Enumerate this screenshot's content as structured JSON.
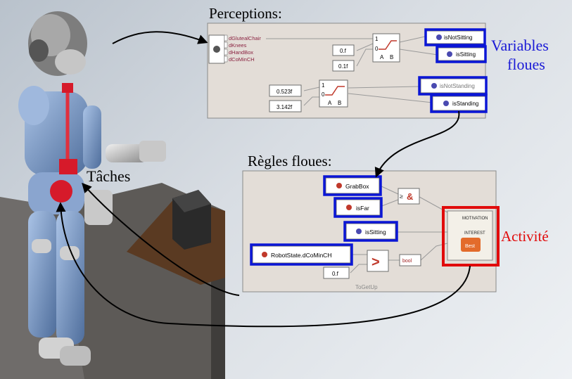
{
  "perceptions": {
    "title": "Perceptions:",
    "inputs": [
      "dGlutealChair",
      "dKnees",
      "dHandBox",
      "dCoMinCH"
    ],
    "constants_top": [
      "0.f",
      "0.1f"
    ],
    "constants_bottom": [
      "0.523f",
      "3.142f"
    ],
    "ramp_labels": [
      "1",
      "0",
      "A",
      "B"
    ],
    "outputs": [
      "isNotSitting",
      "isSitting",
      "isNotStanding",
      "isStanding"
    ]
  },
  "fuzzy_variables_label": [
    "Variables",
    "floues"
  ],
  "rules": {
    "title": "Règles floues:",
    "nodes": [
      "GrabBox",
      "isFar",
      "isSitting",
      "RobotState.dCoMinCH"
    ],
    "constant": "0.f",
    "bool_label": "bool",
    "motivation_label": "MOTIVATION",
    "interest_label": "INTEREST",
    "best_label": "Best",
    "footer": "ToGetUp"
  },
  "activity_label": "Activité",
  "tasks_label": "Tâches",
  "colors": {
    "highlight_blue": "#0b16d6",
    "highlight_red": "#e10b0b",
    "panel": "#e3ddd7"
  }
}
